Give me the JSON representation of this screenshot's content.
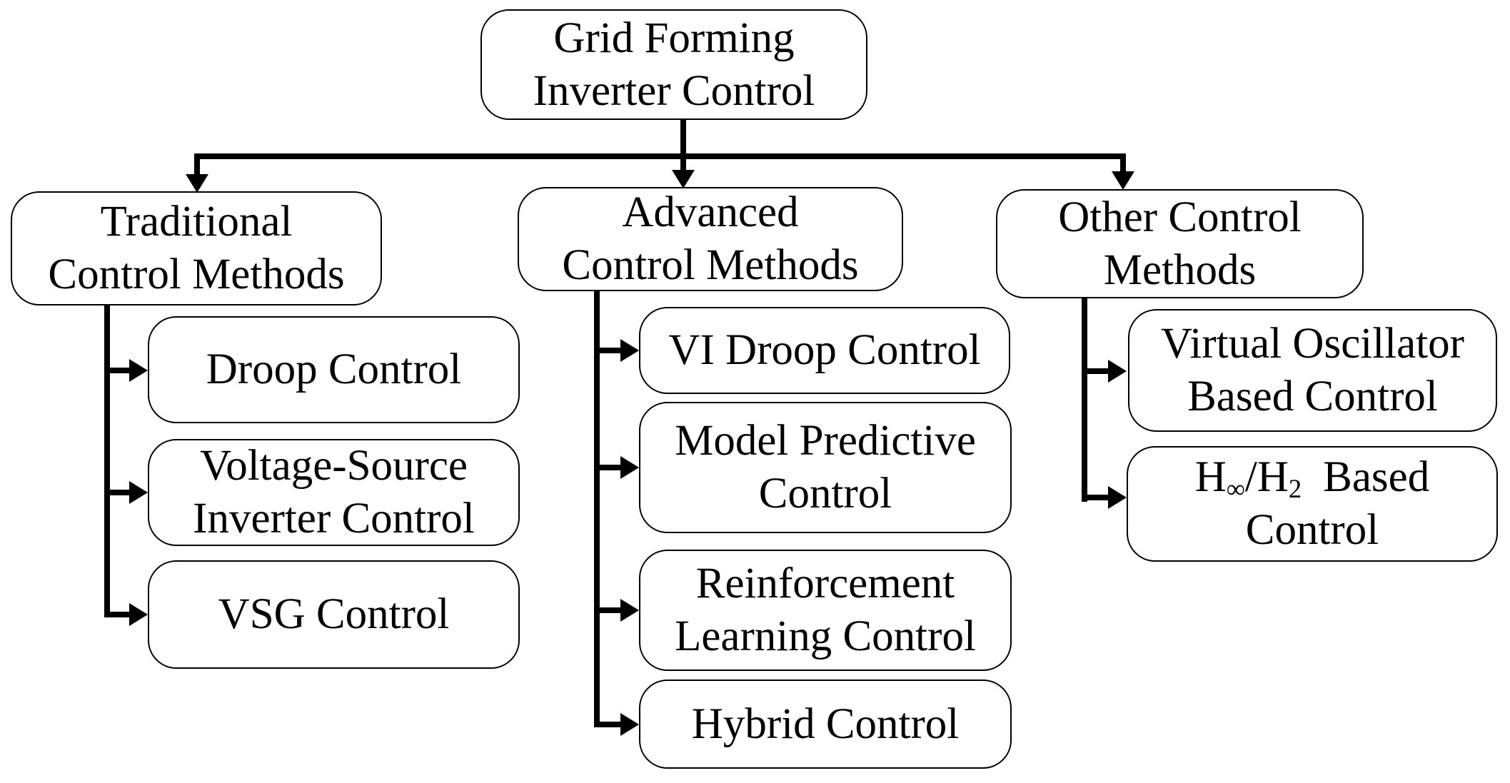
{
  "colors": {
    "line": "#000000",
    "box_border": "#000000",
    "box_background": "#ffffff",
    "text": "#000000"
  },
  "nodes": {
    "root": {
      "line1": "Grid Forming",
      "line2": "Inverter Control"
    },
    "traditional": {
      "line1": "Traditional",
      "line2": "Control Methods"
    },
    "advanced": {
      "line1": "Advanced",
      "line2": "Control Methods"
    },
    "other": {
      "line1": "Other Control",
      "line2": "Methods"
    },
    "droop": {
      "line1": "Droop Control"
    },
    "voltage_source": {
      "line1": "Voltage-Source",
      "line2": "Inverter Control"
    },
    "vsg": {
      "line1": "VSG Control"
    },
    "vi_droop": {
      "line1": "VI Droop Control"
    },
    "model_predictive": {
      "line1": "Model Predictive",
      "line2": "Control"
    },
    "reinforcement": {
      "line1": "Reinforcement",
      "line2": "Learning Control"
    },
    "hybrid": {
      "line1": "Hybrid Control"
    },
    "virtual_oscillator": {
      "line1": "Virtual Oscillator",
      "line2": "Based Control"
    },
    "h_infinity": {
      "h_base1": "H",
      "h_sub1": "∞",
      "h_base2": "/H",
      "h_sub2": "2",
      "suffix": "Based",
      "line2": "Control"
    }
  }
}
